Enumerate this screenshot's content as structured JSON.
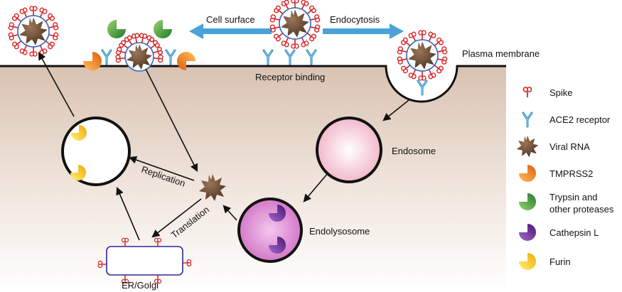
{
  "labels": {
    "cell_surface": "Cell surface",
    "endocytosis": "Endocytosis",
    "plasma_membrane": "Plasma membrane",
    "receptor_binding": "Receptor binding",
    "endosome": "Endosome",
    "endolysosome": "Endolysosome",
    "replication": "Replication",
    "translation": "Translation",
    "er_golgi": "ER/Golgi"
  },
  "legend": [
    {
      "icon": "spike-icon",
      "text": "Spike"
    },
    {
      "icon": "ace2-receptor-icon",
      "text": "ACE2 receptor"
    },
    {
      "icon": "viral-rna-icon",
      "text": "Viral RNA"
    },
    {
      "icon": "tmprss2-icon",
      "text": "TMPRSS2"
    },
    {
      "icon": "trypsin-icon",
      "text": "Trypsin and",
      "text2": "other proteases"
    },
    {
      "icon": "cathepsin-icon",
      "text": "Cathepsin L"
    },
    {
      "icon": "furin-icon",
      "text": "Furin"
    }
  ],
  "colors": {
    "spike": "#d7191c",
    "receptor": "#2b8cc4",
    "rna": "#6b4a35",
    "tmprss2": "#f58220",
    "trypsin": "#2e9a3a",
    "cathepsin": "#6a2d91",
    "furin": "#f6c400",
    "arrow_blue": "#4aa3d8",
    "endosome_fill": "#f7d4de",
    "endolysosome_fill": "#e3a0d8"
  }
}
